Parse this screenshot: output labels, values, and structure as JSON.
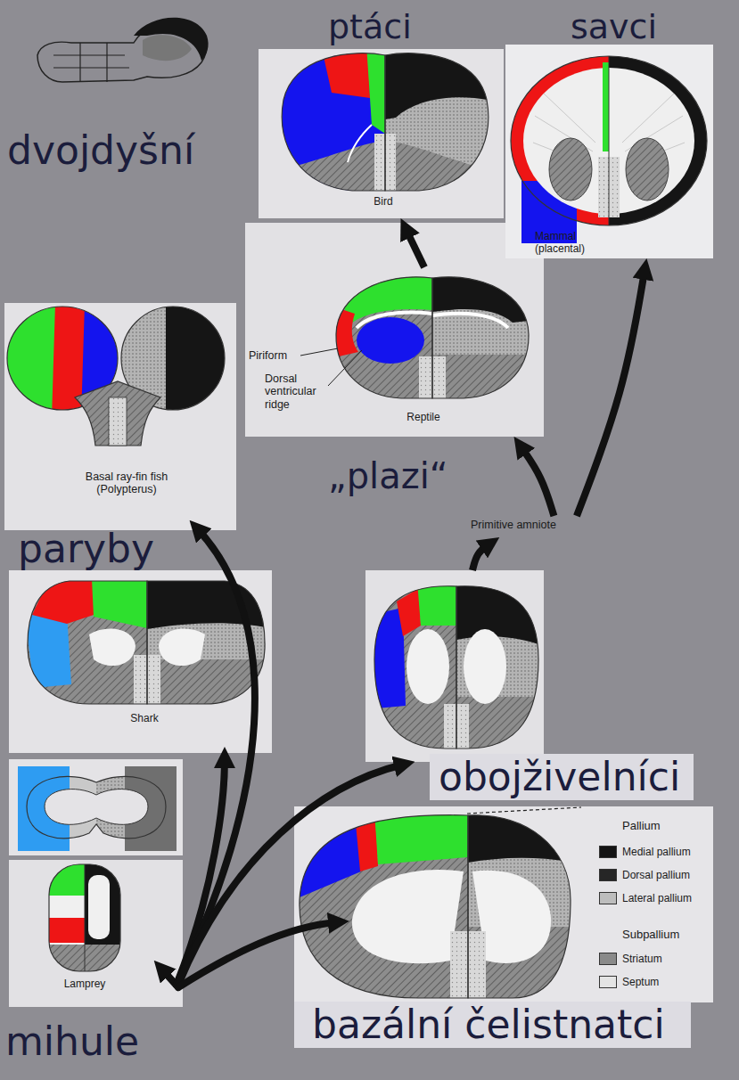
{
  "diagram": {
    "nodes": [
      {
        "text": [
          "ptáci",
          "Bird"
        ]
      },
      {
        "text": [
          "savci",
          "Mammal (placental)"
        ]
      },
      {
        "text": [
          "dvojdyšní",
          "Basal ray-fin fish (Polypterus)"
        ]
      },
      {
        "text": [
          "Piriform",
          "Dorsal ventricular ridge",
          "Reptile",
          "„plazi“"
        ]
      },
      {
        "text": [
          "Primitive amniote"
        ]
      },
      {
        "text": [
          "paryby",
          "Shark"
        ]
      },
      {
        "text": [
          "obojživelníci"
        ]
      },
      {
        "text": [
          "bazální čelistnatci"
        ]
      },
      {
        "text": [
          "Lamprey",
          "mihule"
        ]
      }
    ],
    "edges": [
      {
        "from": 6,
        "to": 4,
        "arrow": "to"
      },
      {
        "from": 4,
        "to": 3,
        "arrow": "to"
      },
      {
        "from": 3,
        "to": 0,
        "arrow": "to"
      },
      {
        "from": 4,
        "to": 1,
        "arrow": "to"
      }
    ],
    "labels": [
      "Pallium",
      "Subpallium"
    ],
    "legend": [
      {
        "text": "Medial pallium",
        "color": "#141414"
      },
      {
        "text": "Dorsal pallium",
        "color": "#262626"
      },
      {
        "text": "Lateral pallium",
        "color": "#bdbdbd"
      },
      {
        "text": "Striatum",
        "color": "#8a8a8a"
      },
      {
        "text": "Septum",
        "color": "#e4e4e4"
      }
    ]
  }
}
